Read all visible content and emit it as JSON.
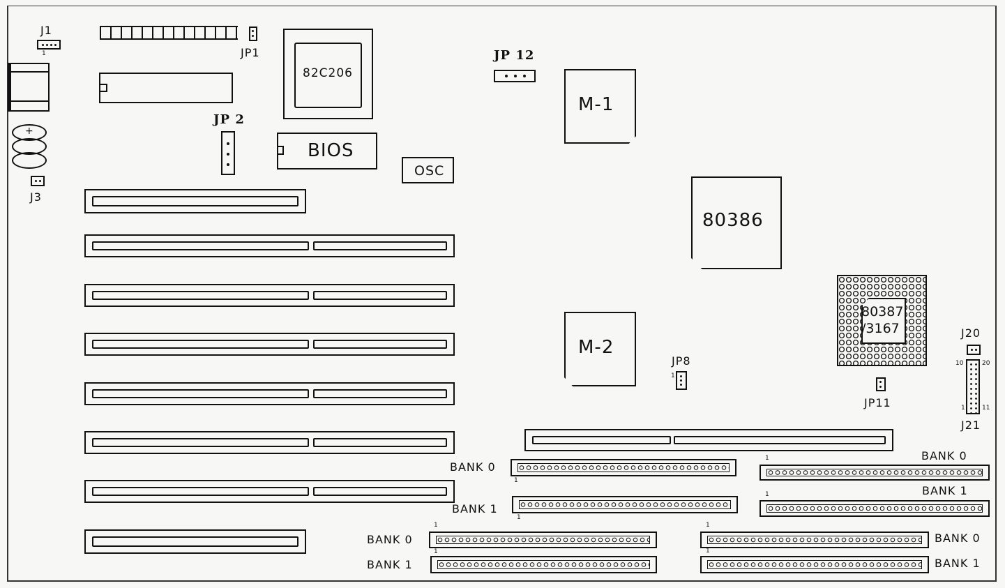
{
  "labels": {
    "j1": "J1",
    "j1_pin": "1",
    "jp1": "JP1",
    "chip_82c206": "82C206",
    "jp2": "JP 2",
    "bios": "BIOS",
    "j3": "J3",
    "jp12": "JP 12",
    "osc": "OSC",
    "m1": "M-1",
    "cpu": "80386",
    "m2": "M-2",
    "jp8": "JP8",
    "jp8_pin": "1",
    "fpu_line1": "80387",
    "fpu_line2": "/3167",
    "j20": "J20",
    "j21": "J21",
    "jp11": "JP11",
    "j21_pin10": "10",
    "j21_pin20": "20",
    "j21_pin1": "1",
    "j21_pin11": "11",
    "battery_plus": "+"
  },
  "simm_banks": [
    {
      "label": "BANK 0",
      "pin": "1"
    },
    {
      "label": "BANK 1",
      "pin": "1"
    },
    {
      "label": "BANK 0",
      "pin": "1"
    },
    {
      "label": "BANK 1",
      "pin": "1"
    },
    {
      "label": "BANK 0",
      "pin": "1"
    },
    {
      "label": "BANK 1",
      "pin": "1"
    },
    {
      "label": "BANK 0",
      "pin": "1"
    },
    {
      "label": "BANK 1",
      "pin": "1"
    }
  ]
}
